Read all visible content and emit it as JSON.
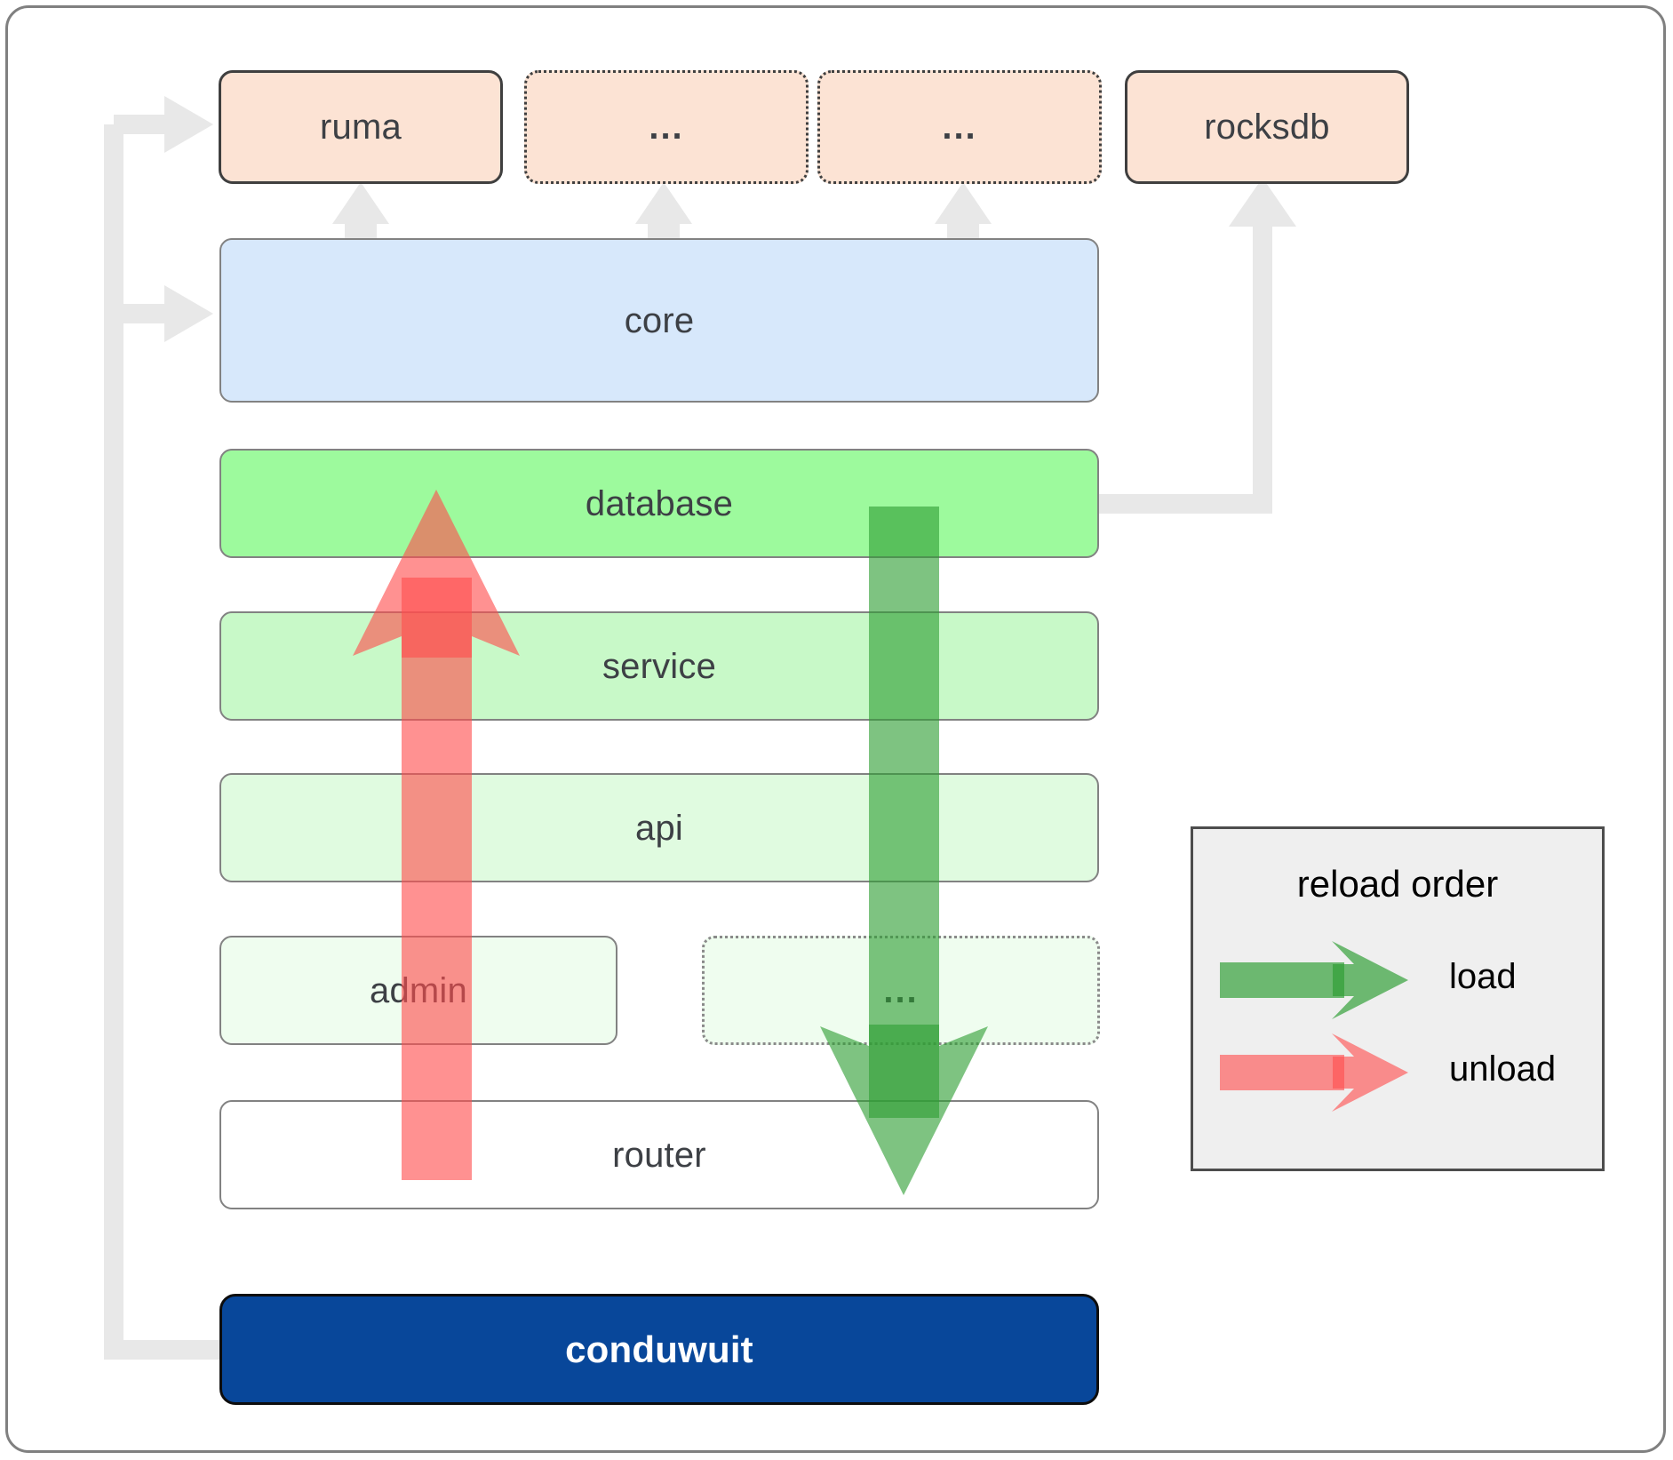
{
  "diagram": {
    "title": "conduwuit crate architecture / reload order",
    "colors": {
      "dependency_fill": "#fce3d4",
      "dependency_stroke": "#3f3f3f",
      "core_fill": "#d7e8fb",
      "database_fill": "#9dfa9d",
      "service_fill": "#c8f9c8",
      "api_fill": "#e0fbe0",
      "admin_fill": "#effdef",
      "router_fill": "#ffffff",
      "conduwuit_fill": "#08479a",
      "load_arrow": "#4caf50",
      "unload_arrow": "#f77",
      "connector_grey": "#e8e8e8",
      "legend_fill": "#efefef",
      "frame_stroke": "#808080"
    },
    "dependencies": [
      {
        "id": "ruma",
        "label": "ruma",
        "style": "solid"
      },
      {
        "id": "dep2",
        "label": "...",
        "style": "dotted"
      },
      {
        "id": "dep3",
        "label": "...",
        "style": "dotted"
      },
      {
        "id": "rocksdb",
        "label": "rocksdb",
        "style": "solid"
      }
    ],
    "layers": [
      {
        "id": "core",
        "label": "core",
        "style": "solid"
      },
      {
        "id": "database",
        "label": "database",
        "style": "solid"
      },
      {
        "id": "service",
        "label": "service",
        "style": "solid"
      },
      {
        "id": "api",
        "label": "api",
        "style": "solid"
      },
      {
        "id": "admin",
        "label": "admin",
        "style": "solid"
      },
      {
        "id": "more",
        "label": "...",
        "style": "dotted"
      },
      {
        "id": "router",
        "label": "router",
        "style": "solid"
      }
    ],
    "binary": {
      "id": "conduwuit",
      "label": "conduwuit"
    },
    "legend": {
      "title": "reload order",
      "items": [
        {
          "id": "load",
          "label": "load",
          "color": "#4caf50"
        },
        {
          "id": "unload",
          "label": "unload",
          "color": "#ff7777"
        }
      ]
    }
  }
}
